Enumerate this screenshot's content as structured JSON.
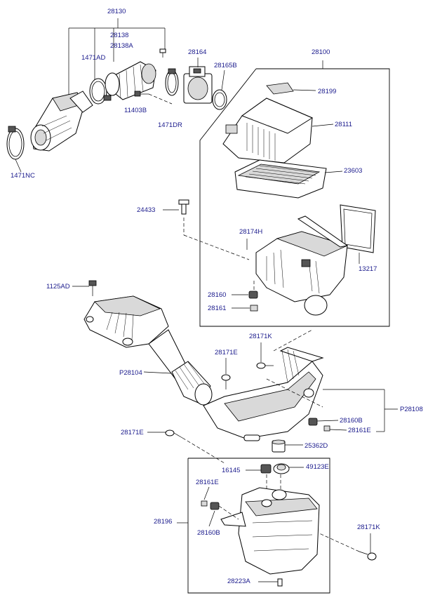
{
  "labels": {
    "l_28130": "28130",
    "l_28138": "28138",
    "l_28138A": "28138A",
    "l_1471AD": "1471AD",
    "l_28164": "28164",
    "l_28165B": "28165B",
    "l_28100": "28100",
    "l_28199": "28199",
    "l_11403B": "11403B",
    "l_1471DR": "1471DR",
    "l_28111": "28111",
    "l_1471NC": "1471NC",
    "l_23603": "23603",
    "l_24433": "24433",
    "l_28174H": "28174H",
    "l_13217": "13217",
    "l_1125AD": "1125AD",
    "l_28160a": "28160",
    "l_28161a": "28161",
    "l_28171K_top": "28171K",
    "l_28171E_mid": "28171E",
    "l_P28104": "P28104",
    "l_P28108": "P28108",
    "l_28160B_r": "28160B",
    "l_28161E_r": "28161E",
    "l_28171E_left": "28171E",
    "l_25362D": "25362D",
    "l_16145": "16145",
    "l_49123E": "49123E",
    "l_28161E_l": "28161E",
    "l_28196": "28196",
    "l_28160B_l": "28160B",
    "l_28171K_bot": "28171K",
    "l_28223A": "28223A"
  },
  "colors": {
    "label": "#1a1a8c",
    "line": "#000000",
    "shade": "#d9d9d9"
  }
}
